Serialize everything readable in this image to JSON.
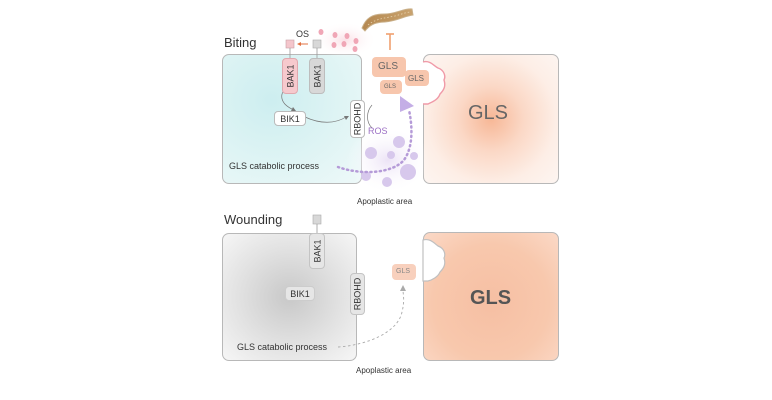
{
  "biting": {
    "title": "Biting",
    "os_label": "OS",
    "bak1_left": "BAK1",
    "bak1_right": "BAK1",
    "bik1": "BIK1",
    "rbohd": "RBOHD",
    "ros": "ROS",
    "catabolic": "GLS catabolic process",
    "apoplastic": "Apoplastic area",
    "gls_fragments": [
      "GLS",
      "GLS",
      "GLS"
    ],
    "gls_cell": "GLS"
  },
  "wounding": {
    "title": "Wounding",
    "bak1": "BAK1",
    "bik1": "BIK1",
    "rbohd": "RBOHD",
    "catabolic": "GLS catabolic process",
    "apoplastic": "Apoplastic area",
    "gls_fragment": "GLS",
    "gls_cell": "GLS"
  },
  "colors": {
    "biting_cell": "#dff4f4",
    "wound_cell": "#d8d8d8",
    "gls": "#f7b796",
    "ros": "#9b6fc4",
    "os_pink": "#f4c6cc",
    "inhibit_orange": "#f0a070"
  }
}
